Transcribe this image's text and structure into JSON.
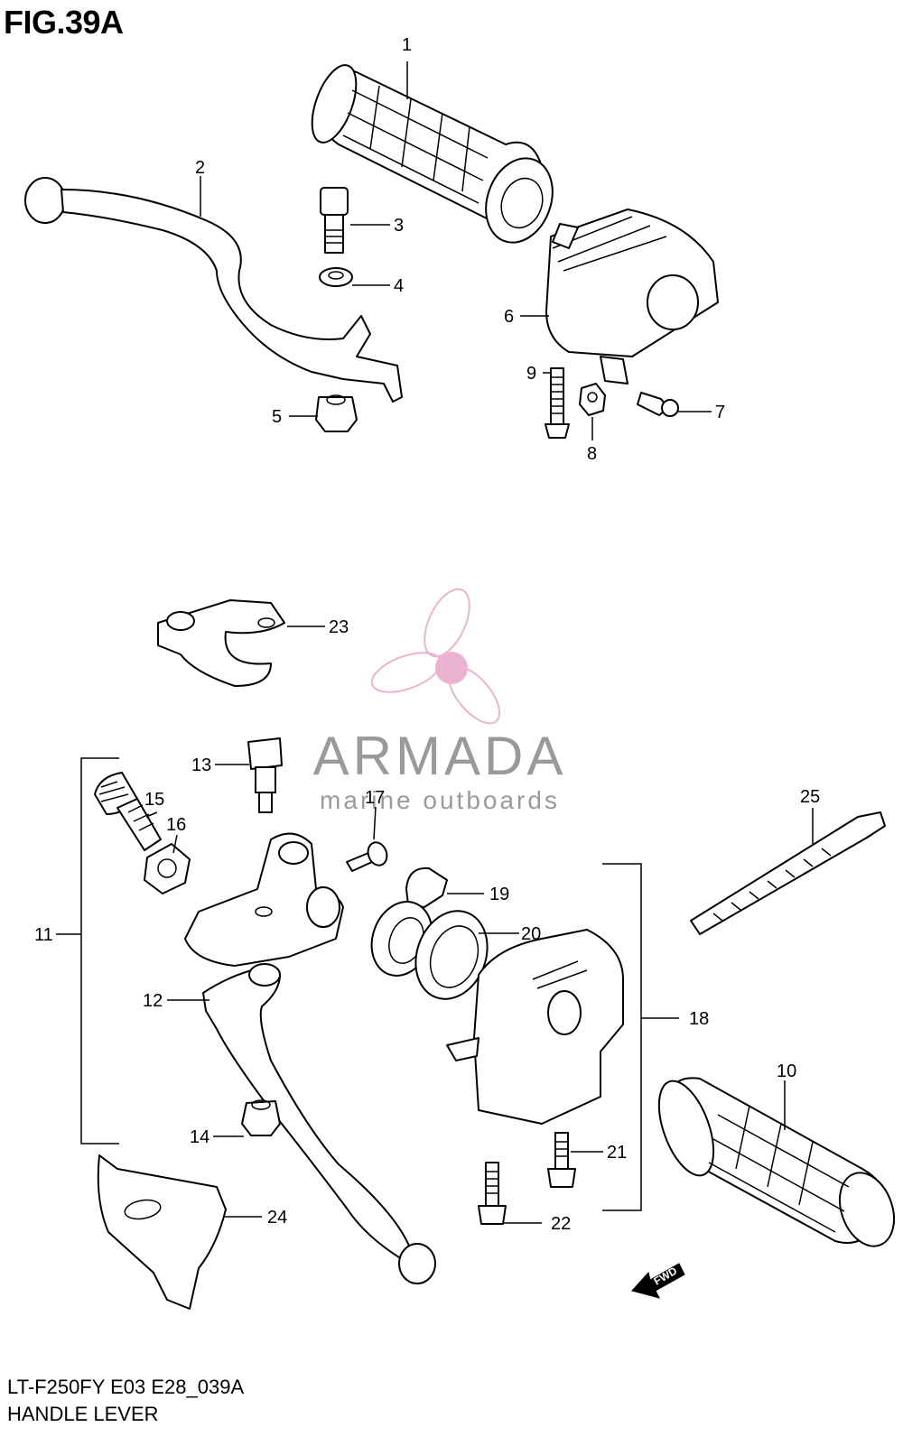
{
  "figure": {
    "title": "FIG.39A"
  },
  "footer": {
    "model_code": "LT-F250FY E03 E28_039A",
    "section_name": "HANDLE LEVER"
  },
  "watermark": {
    "brand": "ARMADA",
    "tagline": "marine outboards",
    "color": "#e8a6c8",
    "text_color": "#9a9a9a"
  },
  "callouts": [
    {
      "id": "1",
      "text": "1"
    },
    {
      "id": "2",
      "text": "2"
    },
    {
      "id": "3",
      "text": "3"
    },
    {
      "id": "4",
      "text": "4"
    },
    {
      "id": "5",
      "text": "5"
    },
    {
      "id": "6",
      "text": "6"
    },
    {
      "id": "7",
      "text": "7"
    },
    {
      "id": "8",
      "text": "8"
    },
    {
      "id": "9",
      "text": "9"
    },
    {
      "id": "10",
      "text": "10"
    },
    {
      "id": "11",
      "text": "11"
    },
    {
      "id": "12",
      "text": "12"
    },
    {
      "id": "13",
      "text": "13"
    },
    {
      "id": "14",
      "text": "14"
    },
    {
      "id": "15",
      "text": "15"
    },
    {
      "id": "16",
      "text": "16"
    },
    {
      "id": "17",
      "text": "17"
    },
    {
      "id": "18",
      "text": "18"
    },
    {
      "id": "19",
      "text": "19"
    },
    {
      "id": "20",
      "text": "20"
    },
    {
      "id": "21",
      "text": "21"
    },
    {
      "id": "22",
      "text": "22"
    },
    {
      "id": "23",
      "text": "23"
    },
    {
      "id": "24",
      "text": "24"
    },
    {
      "id": "25",
      "text": "25"
    }
  ],
  "direction_arrow": {
    "text": "FWD"
  }
}
